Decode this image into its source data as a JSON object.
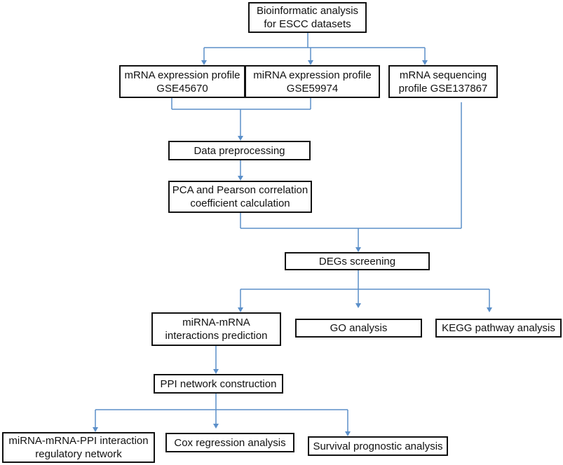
{
  "diagram": {
    "line_color": "#5b8fc9",
    "border_color": "#111111",
    "nodes": {
      "root": [
        "Bioinformatic analysis",
        "for ESCC datasets"
      ],
      "mrna_profile": [
        "mRNA expression profile",
        "GSE45670"
      ],
      "mirna_profile": [
        "miRNA expression profile",
        "GSE59974"
      ],
      "mrna_seq": [
        "mRNA sequencing",
        "profile GSE137867"
      ],
      "preprocessing": [
        "Data preprocessing"
      ],
      "pca": [
        "PCA and Pearson correlation",
        "coefficient calculation"
      ],
      "degs": [
        "DEGs screening"
      ],
      "interactions": [
        "miRNA-mRNA",
        "interactions prediction"
      ],
      "go": [
        "GO analysis"
      ],
      "kegg": [
        "KEGG pathway analysis"
      ],
      "ppi": [
        "PPI network construction"
      ],
      "network": [
        "miRNA-mRNA-PPI interaction",
        "regulatory network"
      ],
      "cox": [
        "Cox regression analysis"
      ],
      "survival": [
        "Survival prognostic analysis"
      ]
    }
  }
}
